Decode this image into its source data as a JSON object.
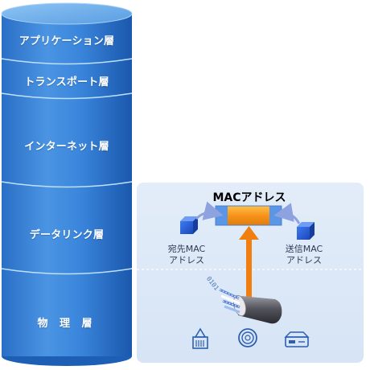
{
  "layers": [
    {
      "label": "アプリケーション層"
    },
    {
      "label": "トランスポート層"
    },
    {
      "label": "インターネット層"
    },
    {
      "label": "データリンク層"
    },
    {
      "label": "物 理 層"
    }
  ],
  "mac_panel": {
    "title": "MACアドレス",
    "dest_label_line1": "宛先MAC",
    "dest_label_line2": "アドレス",
    "src_label_line1": "送信MAC",
    "src_label_line2": "アドレス",
    "binary_text": "0101",
    "device_icons": [
      "network-port-icon",
      "cable-coil-icon",
      "network-card-icon"
    ]
  },
  "colors": {
    "cylinder_dark": "#1e64bd",
    "cylinder_light": "#6fb0ee",
    "panel_bg": "#dce8f7",
    "frame_orange": "#f59b1e",
    "arrow_orange": "#f07f10",
    "cube_blue": "#2c5ed6",
    "bidir_arrow": "#8ea2e0"
  }
}
